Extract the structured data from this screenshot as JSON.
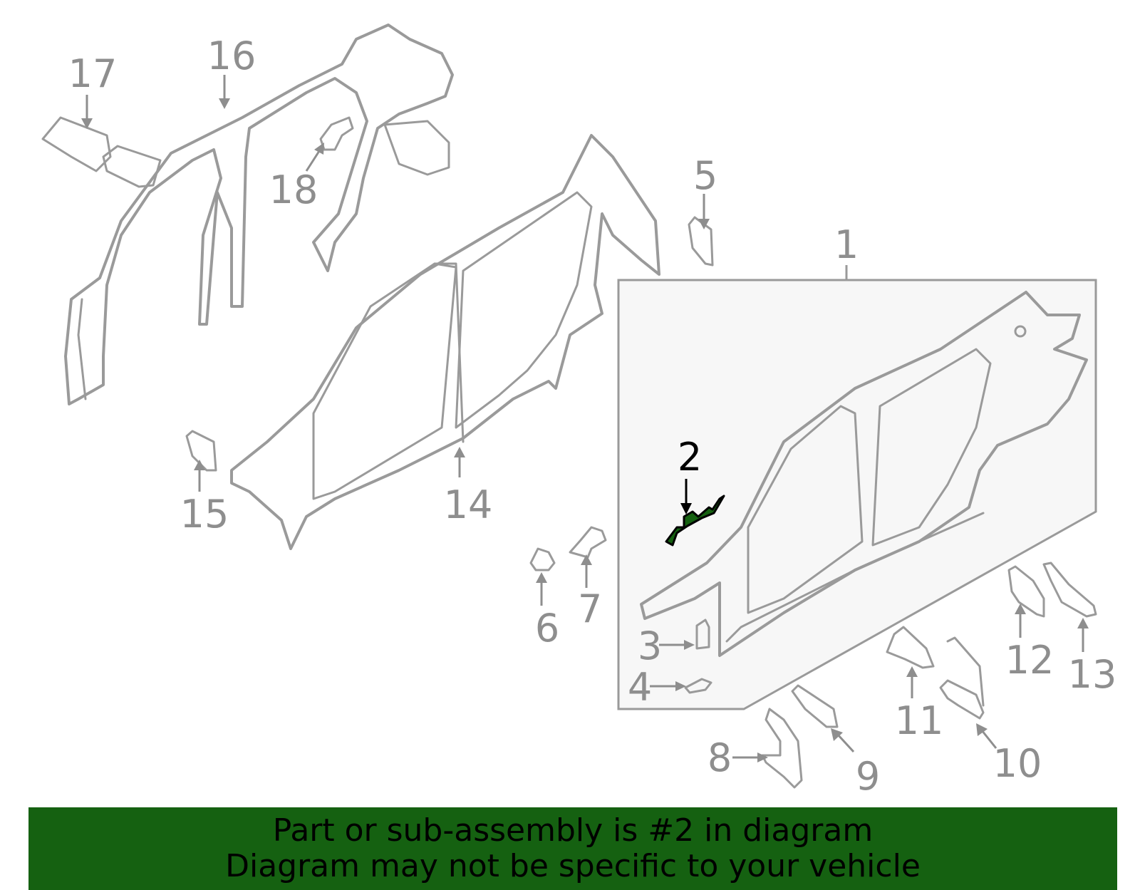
{
  "callouts": {
    "n1": "1",
    "n2": "2",
    "n3": "3",
    "n4": "4",
    "n5": "5",
    "n6": "6",
    "n7": "7",
    "n8": "8",
    "n9": "9",
    "n10": "10",
    "n11": "11",
    "n12": "12",
    "n13": "13",
    "n14": "14",
    "n15": "15",
    "n16": "16",
    "n17": "17",
    "n18": "18"
  },
  "highlight": {
    "part": "2",
    "color": "#156111"
  },
  "banner": {
    "line1": "Part or sub-assembly is #2 in diagram",
    "line2": "Diagram may not be specific to your vehicle",
    "color": "#156111"
  },
  "colors": {
    "outline": "#9a9a9a",
    "callout": "#8e8e8e",
    "highlight_fill": "#156111",
    "box_fill": "#f7f7f7"
  }
}
